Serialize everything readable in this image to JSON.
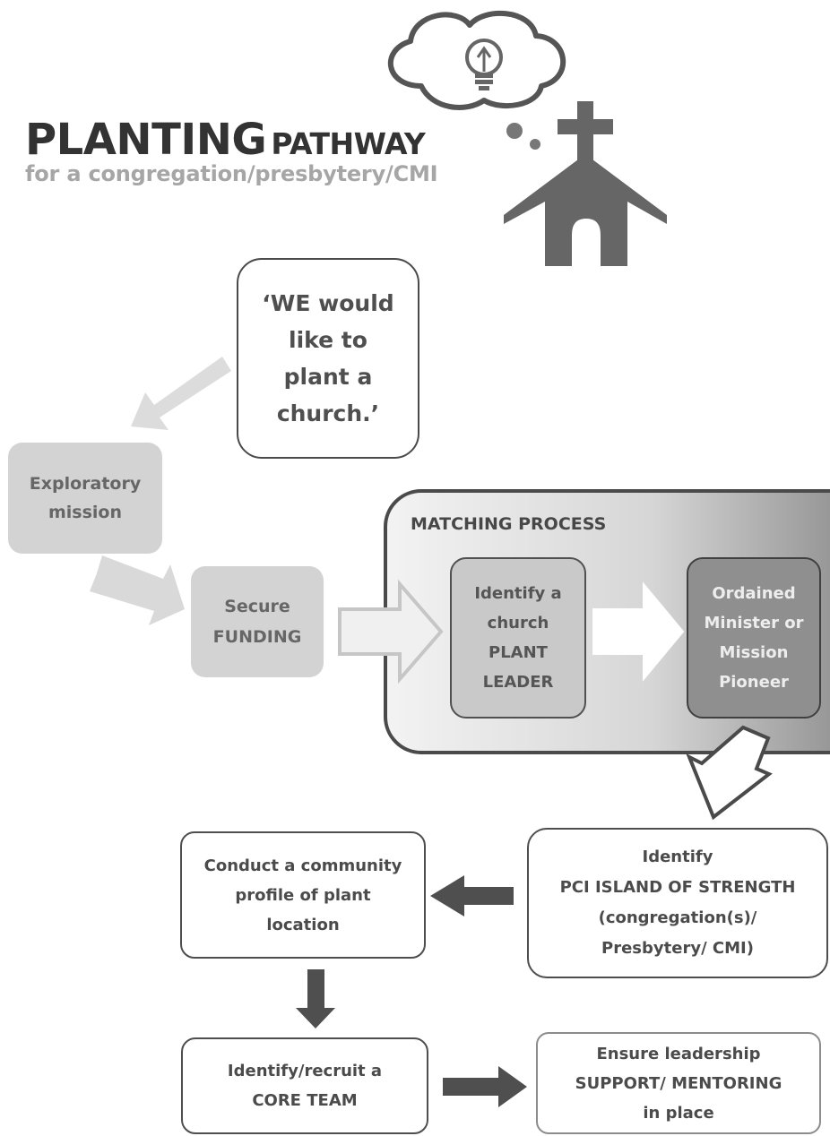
{
  "title": {
    "bold_word": "PLANTING",
    "rest": "PATHWAY",
    "subtitle": "for a congregation/presbytery/CMI"
  },
  "nodes": {
    "quote": {
      "lines": [
        "‘WE would",
        "like to",
        "plant a",
        "church.’"
      ]
    },
    "exploratory": {
      "lines": [
        "Exploratory",
        "mission"
      ]
    },
    "funding": {
      "lines": [
        "Secure",
        "FUNDING"
      ]
    },
    "matching_process": {
      "label": "MATCHING PROCESS",
      "plant_leader": {
        "lines": [
          "Identify a",
          "church",
          "PLANT",
          "LEADER"
        ]
      },
      "ordained": {
        "lines": [
          "Ordained",
          "Minister or",
          "Mission",
          "Pioneer"
        ]
      }
    },
    "island_of_strength": {
      "lines": [
        "Identify",
        "PCI ISLAND OF STRENGTH",
        "(congregation(s)/",
        "Presbytery/ CMI)"
      ]
    },
    "community_profile": {
      "lines": [
        "Conduct a community",
        "profile of plant",
        "location"
      ]
    },
    "core_team": {
      "lines": [
        "Identify/recruit a",
        "CORE TEAM"
      ]
    },
    "support": {
      "lines": [
        "Ensure leadership",
        "SUPPORT/ MENTORING",
        "in place"
      ]
    }
  },
  "icons": [
    "thought-cloud-icon",
    "lightbulb-icon",
    "church-icon"
  ],
  "colors": {
    "title": "#333333",
    "subtitle": "#a6a6a6",
    "light_box": "#d3d3d3",
    "dark_arrow": "#4f4f4f",
    "church": "#666666"
  }
}
